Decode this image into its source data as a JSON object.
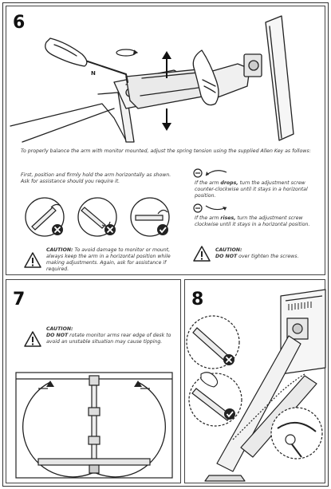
{
  "steps": {
    "s6": "6",
    "s7": "7",
    "s8": "8"
  },
  "step6": {
    "n_label": "N",
    "intro": "To properly balance the arm with monitor mounted, adjust the spring tension using the supplied Allen Key as follows:",
    "first": "First, position and firmly hold the arm horizontally as shown. Ask for assistance should you require it.",
    "drops_pre": "If the arm ",
    "drops_bold": "drops,",
    "drops_post": " turn the adjustment screw counter-clockwise until it stays in a horizontal position.",
    "rises_pre": "If the arm ",
    "rises_bold": "rises,",
    "rises_post": " turn the adjustment screw clockwise until it stays in a horizontal position.",
    "caution1_title": "CAUTION:",
    "caution1_text": " To avoid damage to monitor or mount,  always keep the arm in a horizontal position while making adjustments. Again, ask for assistance if required.",
    "caution2_title": "CAUTION:",
    "caution2_bold": "DO NOT",
    "caution2_text": " over tighten the screws."
  },
  "step7": {
    "caution_title": "CAUTION:",
    "caution_bold": "DO NOT",
    "caution_text": " rotate monitor arms rear edge of desk to avoid an unstable situation may cause tipping."
  },
  "icons": [
    "rotate-arrow-icon",
    "up-arrow-icon",
    "down-arrow-icon",
    "warning-icon",
    "cross-mark-icon",
    "check-mark-icon",
    "counter-clockwise-icon",
    "clockwise-icon"
  ]
}
